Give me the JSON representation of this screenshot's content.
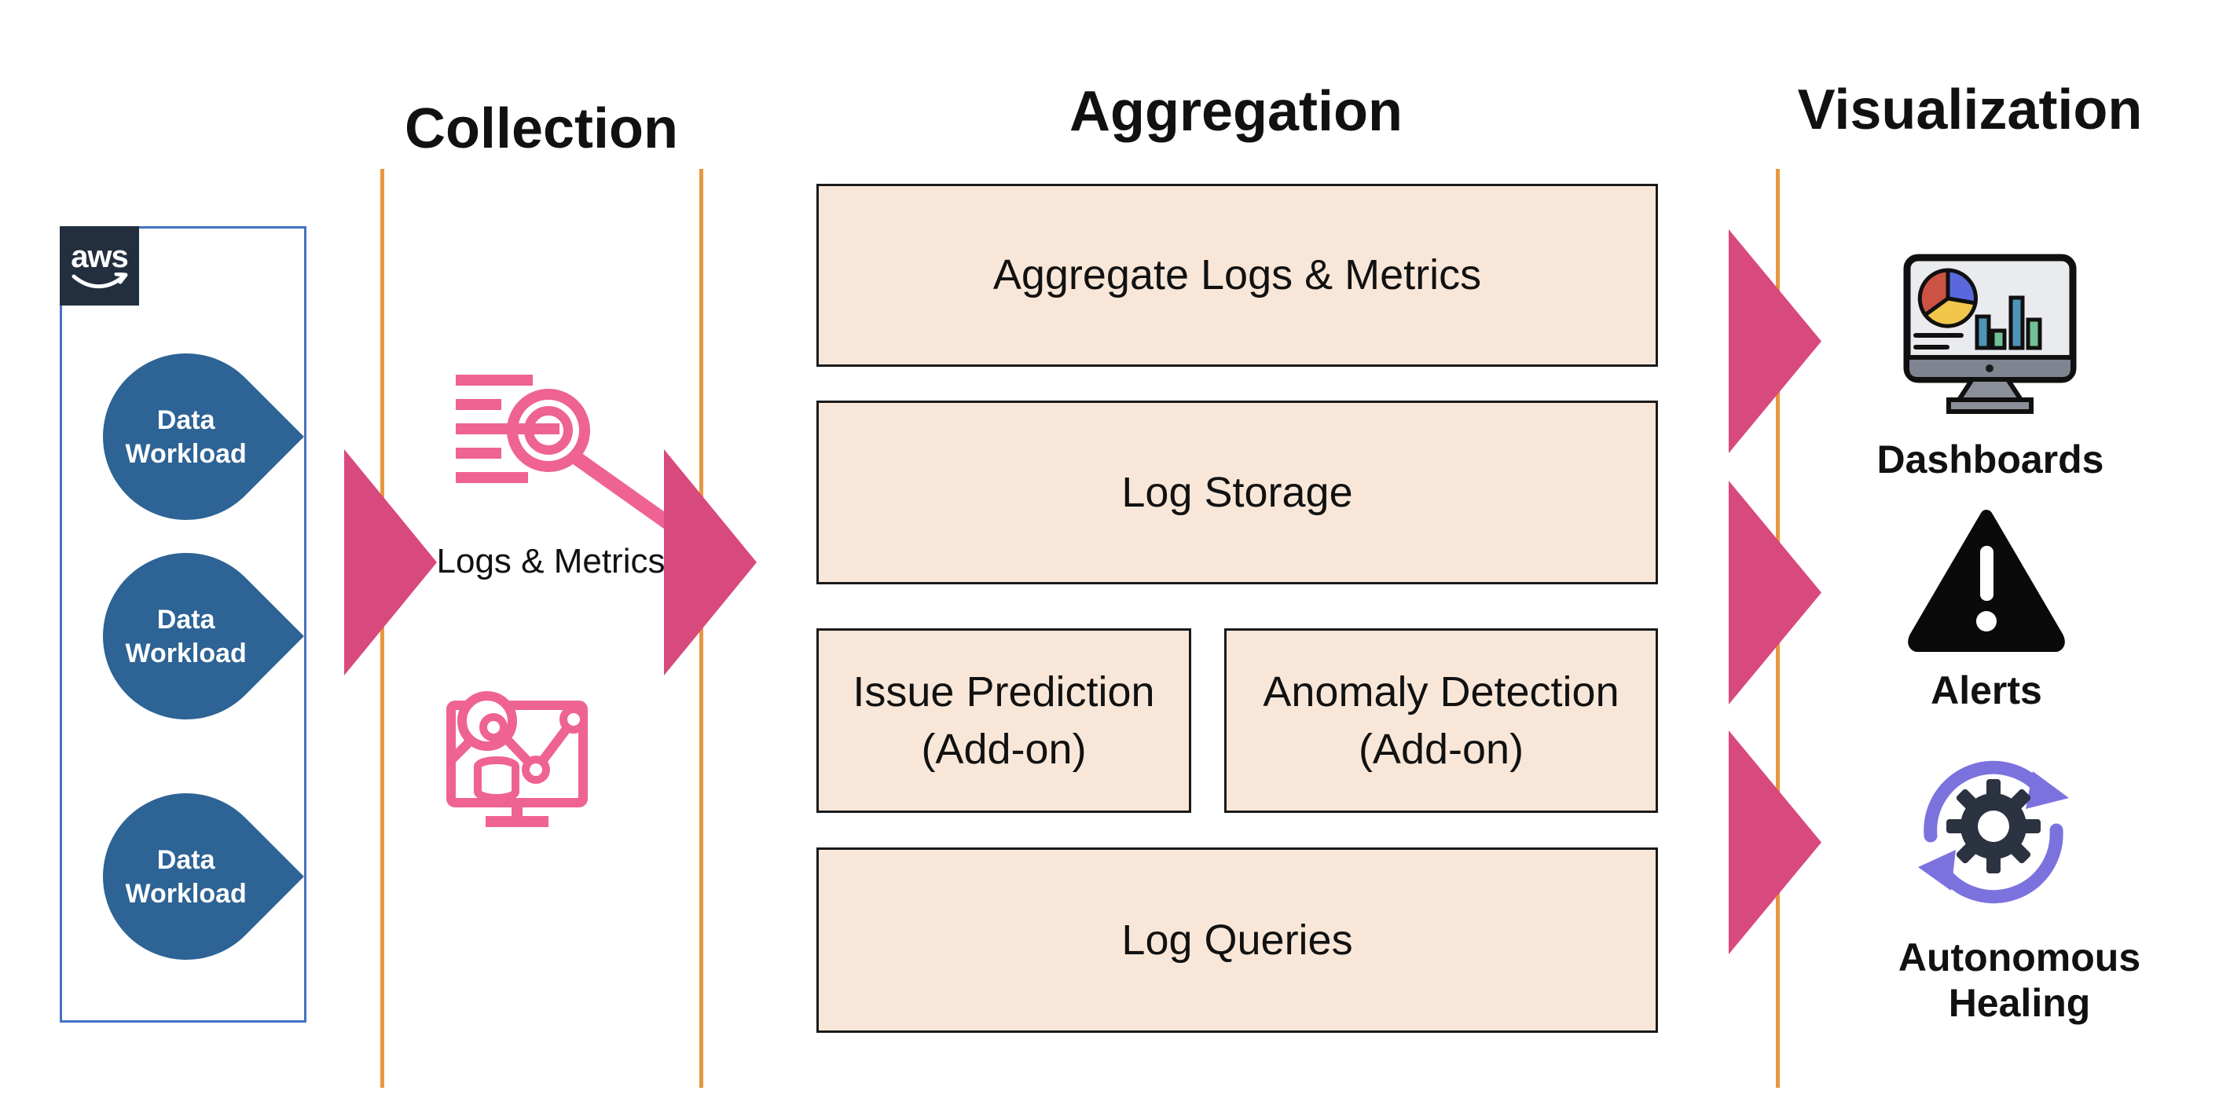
{
  "diagram": {
    "source": {
      "aws_label": "aws",
      "workloads": [
        {
          "label": "Data Workload"
        },
        {
          "label": "Data Workload"
        },
        {
          "label": "Data Workload"
        }
      ]
    },
    "sections": {
      "collection": {
        "title": "Collection",
        "flow_label": "Logs & Metrics",
        "icons": [
          "log-search-icon",
          "analytics-monitor-icon"
        ]
      },
      "aggregation": {
        "title": "Aggregation",
        "boxes": [
          {
            "label": "Aggregate Logs & Metrics"
          },
          {
            "label": "Log Storage"
          },
          {
            "label": "Issue Prediction (Add-on)"
          },
          {
            "label": "Anomaly Detection (Add-on)"
          },
          {
            "label": "Log Queries"
          }
        ]
      },
      "visualization": {
        "title": "Visualization",
        "items": [
          {
            "icon": "dashboards-icon",
            "label": "Dashboards"
          },
          {
            "icon": "alerts-icon",
            "label": "Alerts"
          },
          {
            "icon": "autonomous-healing-icon",
            "label": "Autonomous Healing"
          }
        ]
      }
    },
    "colors": {
      "arrow_pink": "#D8497D",
      "icon_pink": "#EE6392",
      "divider_orange": "#E8973F",
      "box_fill": "#F8E7D8",
      "box_border": "#1A1A1A",
      "aws_navy": "#232F3E",
      "workload_blue": "#2D6395",
      "frame_blue": "#4472C4",
      "healing_purple": "#7C72DE",
      "gear_dark": "#2B3240"
    }
  }
}
